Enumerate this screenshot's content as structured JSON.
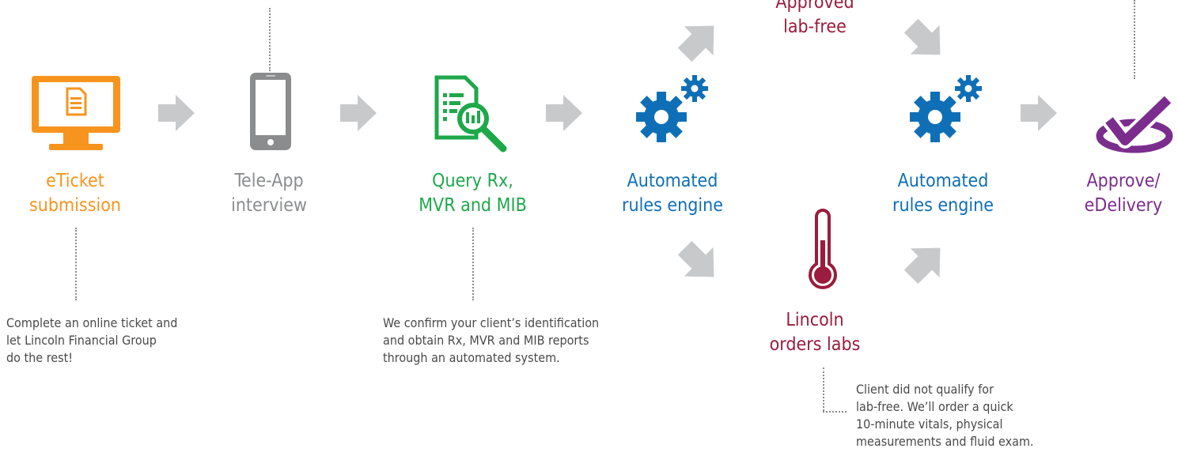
{
  "colors": {
    "orange": "#f7941d",
    "gray": "#8a8c8e",
    "green": "#1ea84a",
    "blue": "#0f6fb6",
    "maroon": "#9b1c3c",
    "purple": "#7b2d8e",
    "arrow": "#c8c9cb"
  },
  "steps": {
    "eticket": {
      "title_l1": "eTicket",
      "title_l2": "submission",
      "icon": "monitor-document-icon"
    },
    "teleapp": {
      "title_l1": "Tele-App",
      "title_l2": "interview",
      "icon": "smartphone-icon"
    },
    "query": {
      "title_l1": "Query Rx,",
      "title_l2": "MVR and MIB",
      "icon": "document-search-icon"
    },
    "rules1": {
      "title_l1": "Automated",
      "title_l2": "rules engine",
      "icon": "gears-icon"
    },
    "approved": {
      "title_l1": "Approved",
      "title_l2": "lab-free"
    },
    "labs": {
      "title_l1": "Lincoln",
      "title_l2": "orders labs",
      "icon": "thermometer-icon"
    },
    "rules2": {
      "title_l1": "Automated",
      "title_l2": "rules engine",
      "icon": "gears-icon"
    },
    "approve": {
      "title_l1": "Approve/",
      "title_l2": "eDelivery",
      "icon": "checkmark-target-icon"
    }
  },
  "notes": {
    "eticket": [
      "Complete an online ticket and",
      "let Lincoln Financial Group",
      "do the rest!"
    ],
    "query": [
      "We confirm your client’s identification",
      "and obtain Rx, MVR and MIB reports",
      "through an automated system."
    ],
    "labs": [
      "Client did not qualify for",
      "lab-free. We’ll order a quick",
      "10-minute vitals, physical",
      "measurements and fluid exam."
    ]
  }
}
